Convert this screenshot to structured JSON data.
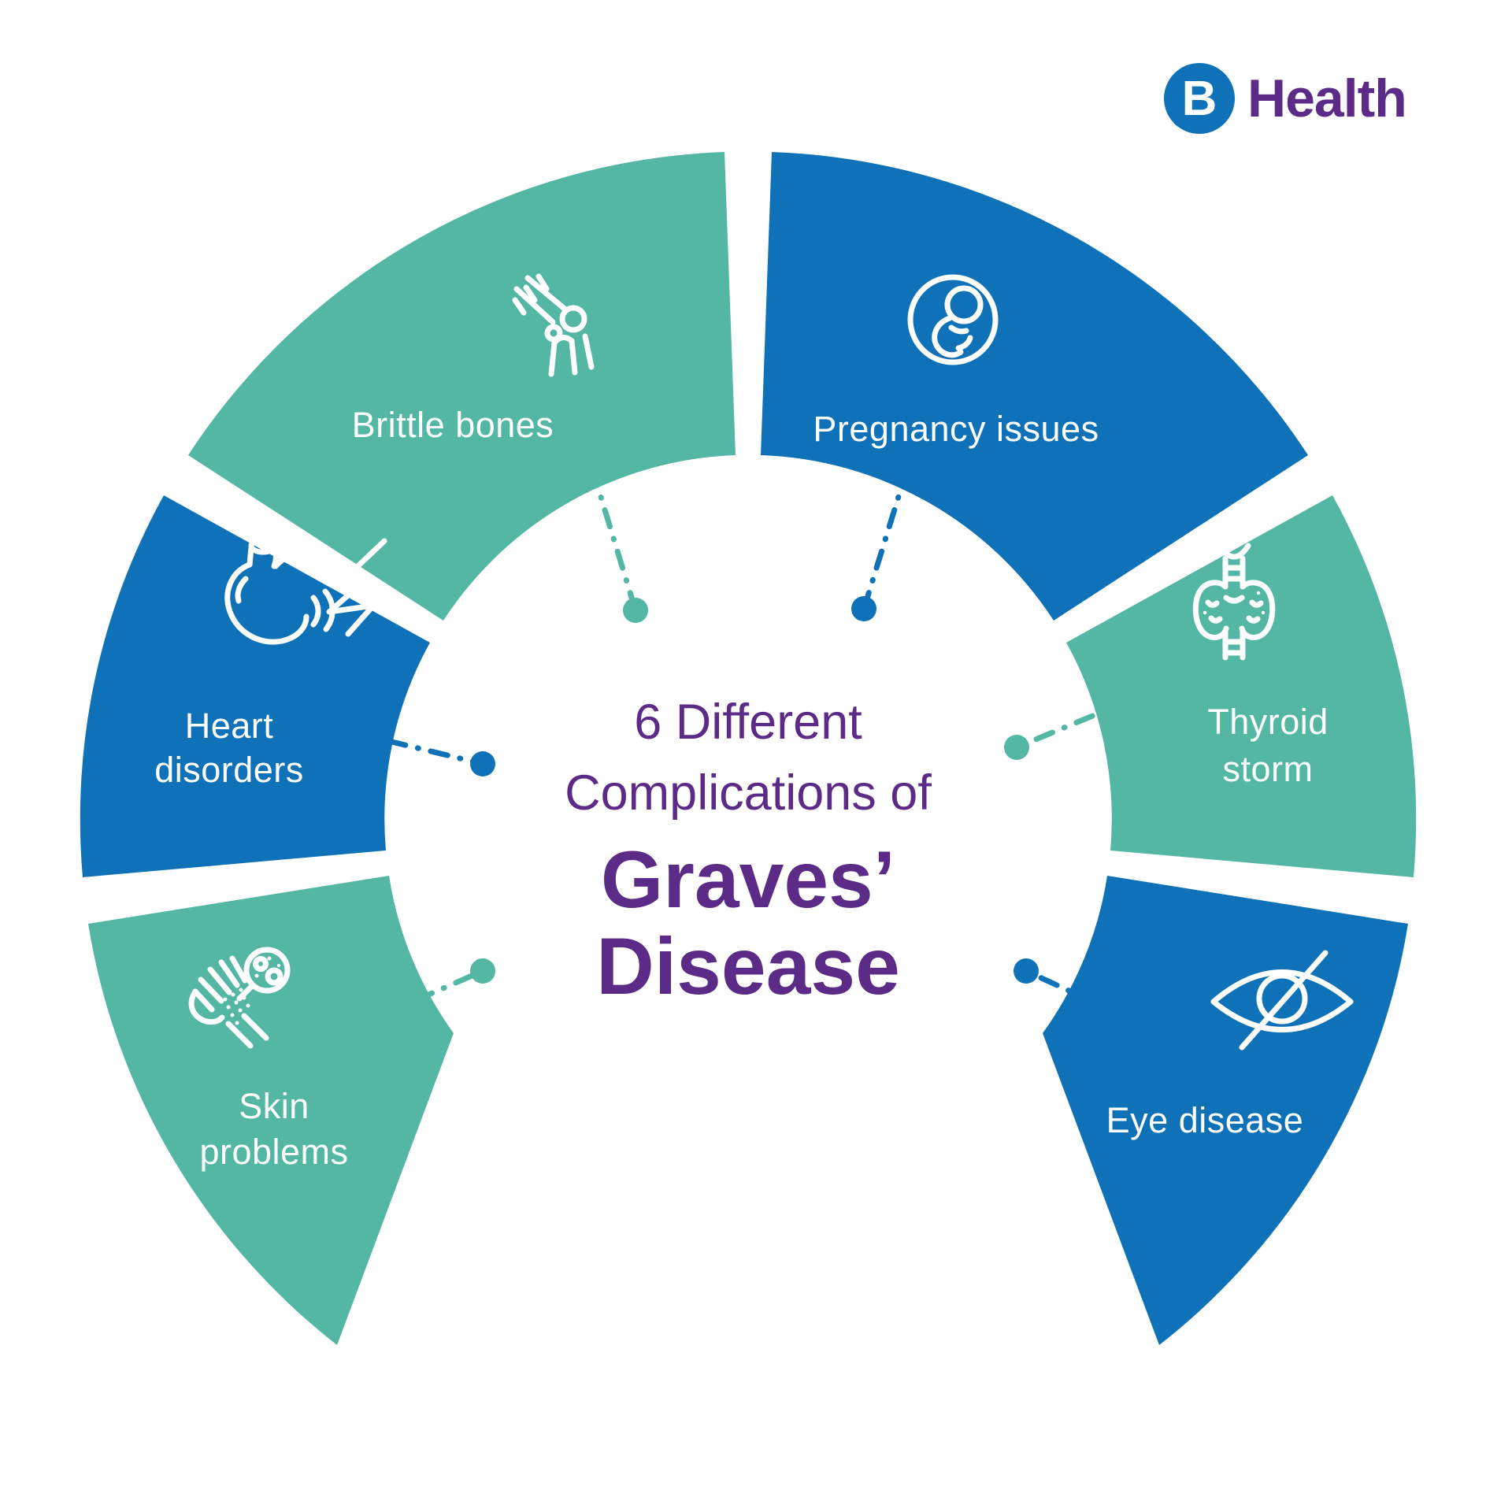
{
  "brand": {
    "logo_letter": "B",
    "name": "Health",
    "logo_color": "#0F72B9",
    "name_color": "#5B2B87"
  },
  "title": {
    "line1": "6 Different",
    "line2": "Complications of",
    "line3": "Graves’",
    "line4": "Disease",
    "color": "#5B2B87"
  },
  "segments": {
    "brittle": {
      "label": "Brittle bones",
      "color": "#53B7A3",
      "icon": "bone-joint-icon"
    },
    "pregnancy": {
      "label": "Pregnancy issues",
      "color": "#0F72B9",
      "icon": "fetus-icon"
    },
    "heart": {
      "label": "Heart disorders",
      "color": "#0F72B9",
      "icon": "heart-organ-icon"
    },
    "skin": {
      "label": "Skin problems",
      "color": "#53B7A3",
      "icon": "hand-rash-icon"
    },
    "thyroid": {
      "label": "Thyroid storm",
      "color": "#53B7A3",
      "icon": "thyroid-gland-icon"
    },
    "eye": {
      "label": "Eye disease",
      "color": "#0F72B9",
      "icon": "eye-slash-icon"
    }
  },
  "colors": {
    "teal": "#53B7A3",
    "blue": "#0F72B9",
    "purple": "#5B2B87",
    "background": "#FFFFFF",
    "icon_stroke": "#FFFFFF"
  }
}
